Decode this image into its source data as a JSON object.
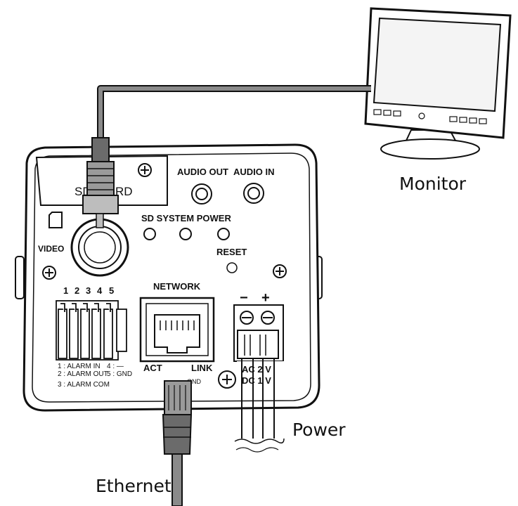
{
  "labels": {
    "monitor": "Monitor",
    "ethernet": "Ethernet",
    "power": "Power",
    "sd_card_left": "SD",
    "sd_card_right": "RD",
    "video": "VIDEO",
    "audio_out": "AUDIO OUT",
    "audio_in": "AUDIO IN",
    "led_row": "SD SYSTEM POWER",
    "reset": "RESET",
    "network": "NETWORK",
    "act": "ACT",
    "link": "LINK",
    "gnd": "GND",
    "minus": "−",
    "plus": "+",
    "power_ac": "AC 2  V",
    "power_dc": "DC 1  V"
  },
  "terminal": {
    "pins": [
      "1",
      "2",
      "3",
      "4",
      "5"
    ],
    "legend_1": "1 : ALARM IN",
    "legend_2": "2 : ALARM OUT",
    "legend_3": "3 : ALARM COM",
    "legend_4": "4 : —",
    "legend_5": "5 : GND"
  },
  "colors": {
    "line": "#111111",
    "cable": "#7a7a7a",
    "cable_dark": "#555555",
    "panel": "#ffffff",
    "screen": "#f4f4f4"
  }
}
